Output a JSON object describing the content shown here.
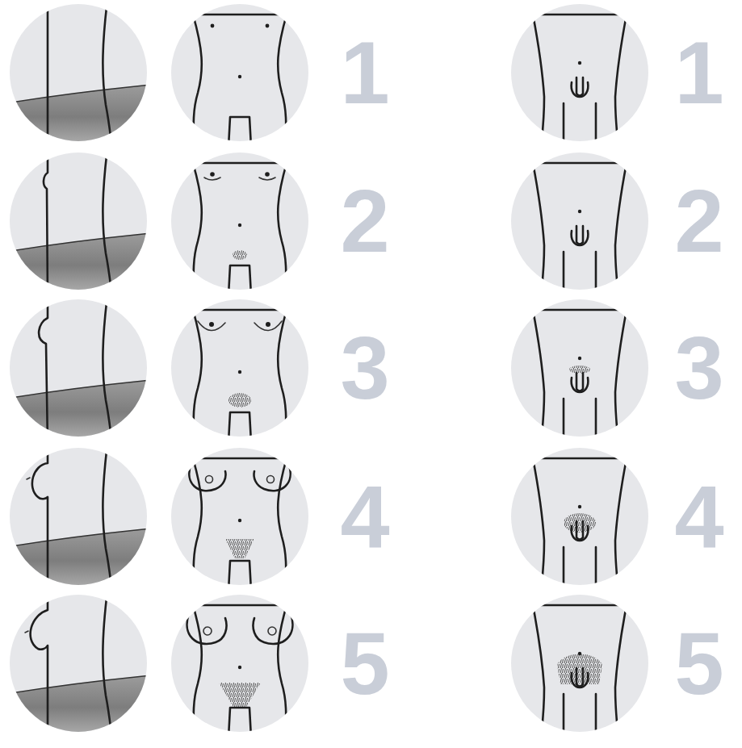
{
  "diagram": {
    "labels": [
      "1",
      "2",
      "3",
      "4",
      "5",
      "1",
      "2",
      "3",
      "4",
      "5"
    ]
  }
}
